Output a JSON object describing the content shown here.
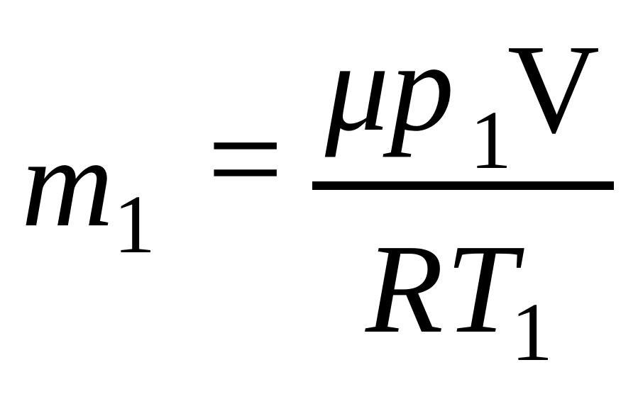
{
  "formula": {
    "lhs": {
      "symbol": "m",
      "subscript": "1"
    },
    "relation": "=",
    "numerator": {
      "coefficient": "μ",
      "variable": "p",
      "subscript": "1",
      "factor": "V"
    },
    "denominator": {
      "gas_constant": "R",
      "variable": "T",
      "subscript": "1"
    }
  }
}
